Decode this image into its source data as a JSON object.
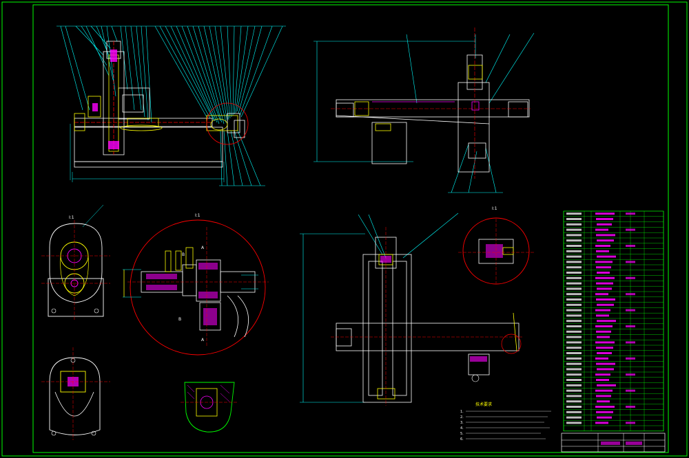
{
  "drawing": {
    "background_color": "#000000",
    "border_color": "#00ff00",
    "accent_colors": {
      "outline": "#ffffff",
      "leader": "#00ffff",
      "center": "#ff0000",
      "hatch": "#ff00ff",
      "highlight": "#ffff00",
      "dimension": "#00ffff",
      "table_text": "#ff00ff"
    }
  },
  "views": {
    "section_view_label": "I:1",
    "detail_a_label": "A",
    "detail_b_label": "B",
    "gear_view_label": "I:1",
    "detail_right_label": "I:1"
  },
  "notes": {
    "title": "技术要求",
    "lines": [
      "1.",
      "2.",
      "3.",
      "4.",
      "5.",
      "6."
    ]
  },
  "title_block": {
    "icons": [
      "balloon-leader-icon",
      "center-mark-icon",
      "hatch-pattern-icon"
    ]
  }
}
